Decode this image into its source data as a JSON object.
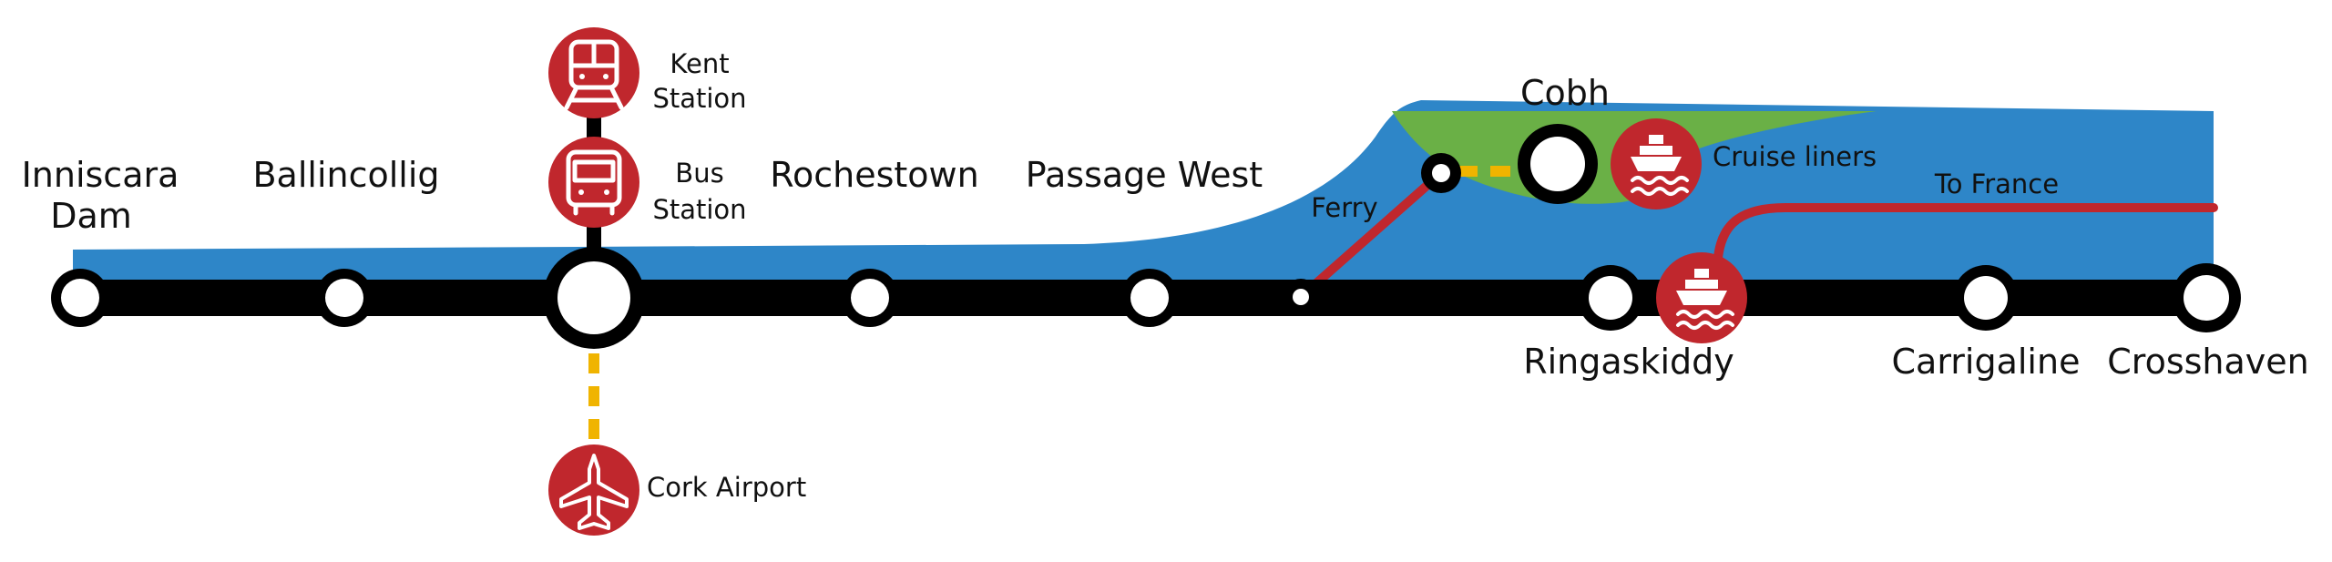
{
  "colors": {
    "line": "#000000",
    "water": "#2e86c8",
    "land": "#6ab046",
    "ferry_route": "#c0272d",
    "connector_dashed": "#f0b400",
    "poi_badge": "#c0272d",
    "station_fill": "#ffffff",
    "label_text": "#111111"
  },
  "stations": [
    {
      "id": "inniscara-dam",
      "name": "Inniscara Dam",
      "lines": [
        "Inniscara",
        "Dam"
      ]
    },
    {
      "id": "ballincollig",
      "name": "Ballincollig",
      "lines": [
        "Ballincollig"
      ]
    },
    {
      "id": "kent-bus-interchange",
      "name": "",
      "lines": []
    },
    {
      "id": "rochestown",
      "name": "Rochestown",
      "lines": [
        "Rochestown"
      ]
    },
    {
      "id": "passage-west",
      "name": "Passage West",
      "lines": [
        "Passage West"
      ]
    },
    {
      "id": "ferry-stop",
      "name": "",
      "lines": []
    },
    {
      "id": "cobh",
      "name": "Cobh",
      "lines": [
        "Cobh"
      ]
    },
    {
      "id": "ringaskiddy",
      "name": "Ringaskiddy",
      "lines": [
        "Ringaskiddy"
      ]
    },
    {
      "id": "carrigaline",
      "name": "Carrigaline",
      "lines": [
        "Carrigaline"
      ]
    },
    {
      "id": "crosshaven",
      "name": "Crosshaven",
      "lines": [
        "Crosshaven"
      ]
    }
  ],
  "pois": [
    {
      "id": "kent-station",
      "icon": "train-icon",
      "label": "Kent Station",
      "lines": [
        "Kent",
        "Station"
      ]
    },
    {
      "id": "bus-station",
      "icon": "bus-icon",
      "label": "Bus Station",
      "lines": [
        "Bus",
        "Station"
      ]
    },
    {
      "id": "cork-airport",
      "icon": "airplane-icon",
      "label": "Cork Airport",
      "lines": [
        "Cork Airport"
      ]
    },
    {
      "id": "cruise-liners",
      "icon": "ship-icon",
      "label": "Cruise liners",
      "lines": [
        "Cruise liners"
      ]
    },
    {
      "id": "ringaskiddy-ferry-port",
      "icon": "ship-icon",
      "label": "",
      "lines": []
    }
  ],
  "routes": {
    "ferry_label": "Ferry",
    "to_france_label": "To France"
  }
}
